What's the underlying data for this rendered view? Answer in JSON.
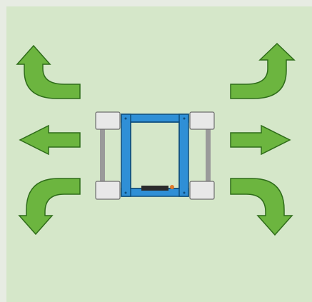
{
  "colors": {
    "page_border": "#e7ece3",
    "background": "#d5e7c9",
    "arrow_fill": "#6cb53f",
    "arrow_stroke": "#2f6d1a",
    "robot_frame": "#2f8fd6",
    "robot_frame_dark": "#0e4d7c",
    "wheel_block": "#e8e8e8",
    "robot_metal": "#9a9a9a",
    "robot_accent": "#e07a2a"
  },
  "arrows": [
    {
      "id": "forward-left",
      "direction": "forward-left",
      "icon": "curved-arrow-up-left-icon"
    },
    {
      "id": "left",
      "direction": "left",
      "icon": "arrow-left-icon"
    },
    {
      "id": "back-left",
      "direction": "back-left",
      "icon": "curved-arrow-down-left-icon"
    },
    {
      "id": "forward-right",
      "direction": "forward-right",
      "icon": "curved-arrow-up-right-icon"
    },
    {
      "id": "right",
      "direction": "right",
      "icon": "arrow-right-icon"
    },
    {
      "id": "back-right",
      "direction": "back-right",
      "icon": "curved-arrow-down-right-icon"
    }
  ],
  "robot": {
    "icon": "robot-chassis-top-view-icon"
  }
}
